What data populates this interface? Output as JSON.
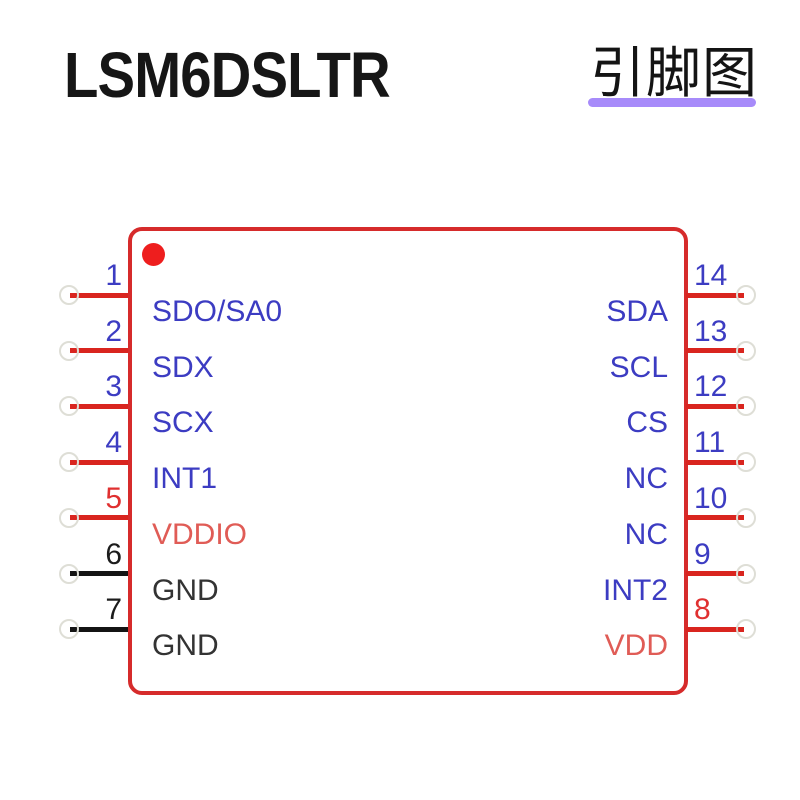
{
  "header": {
    "part_number": "LSM6DSLTR",
    "diagram_label": "引脚图",
    "underline_color": "#a78bfa",
    "title_color": "#161616"
  },
  "chip": {
    "border_color": "#d62b2b",
    "pin1_dot_color": "#ee1e1e",
    "fill": "#ffffff"
  },
  "palette": {
    "text": {
      "blue": "#3c3cc2",
      "red": "#e03030",
      "lightred": "#e05c56",
      "black": "#1c1c1c",
      "gray": "#333333"
    },
    "line": {
      "red": "#d9251f",
      "black": "#141414"
    },
    "pad_circle": "#deded6"
  },
  "left_pins": [
    {
      "number": "1",
      "label": "SDO/SA0",
      "number_color": "blue",
      "label_color": "blue",
      "line_color": "red"
    },
    {
      "number": "2",
      "label": "SDX",
      "number_color": "blue",
      "label_color": "blue",
      "line_color": "red"
    },
    {
      "number": "3",
      "label": "SCX",
      "number_color": "blue",
      "label_color": "blue",
      "line_color": "red"
    },
    {
      "number": "4",
      "label": "INT1",
      "number_color": "blue",
      "label_color": "blue",
      "line_color": "red"
    },
    {
      "number": "5",
      "label": "VDDIO",
      "number_color": "red",
      "label_color": "lightred",
      "line_color": "red"
    },
    {
      "number": "6",
      "label": "GND",
      "number_color": "black",
      "label_color": "gray",
      "line_color": "black"
    },
    {
      "number": "7",
      "label": "GND",
      "number_color": "black",
      "label_color": "gray",
      "line_color": "black"
    }
  ],
  "right_pins": [
    {
      "number": "14",
      "label": "SDA",
      "number_color": "blue",
      "label_color": "blue",
      "line_color": "red"
    },
    {
      "number": "13",
      "label": "SCL",
      "number_color": "blue",
      "label_color": "blue",
      "line_color": "red"
    },
    {
      "number": "12",
      "label": "CS",
      "number_color": "blue",
      "label_color": "blue",
      "line_color": "red"
    },
    {
      "number": "11",
      "label": "NC",
      "number_color": "blue",
      "label_color": "blue",
      "line_color": "red"
    },
    {
      "number": "10",
      "label": "NC",
      "number_color": "blue",
      "label_color": "blue",
      "line_color": "red"
    },
    {
      "number": "9",
      "label": "INT2",
      "number_color": "blue",
      "label_color": "blue",
      "line_color": "red"
    },
    {
      "number": "8",
      "label": "VDD",
      "number_color": "red",
      "label_color": "lightred",
      "line_color": "red"
    }
  ],
  "layout_numbers": {
    "pin_count_per_side": "7",
    "first_pin_y": "295",
    "pin_pitch": "55.7"
  }
}
